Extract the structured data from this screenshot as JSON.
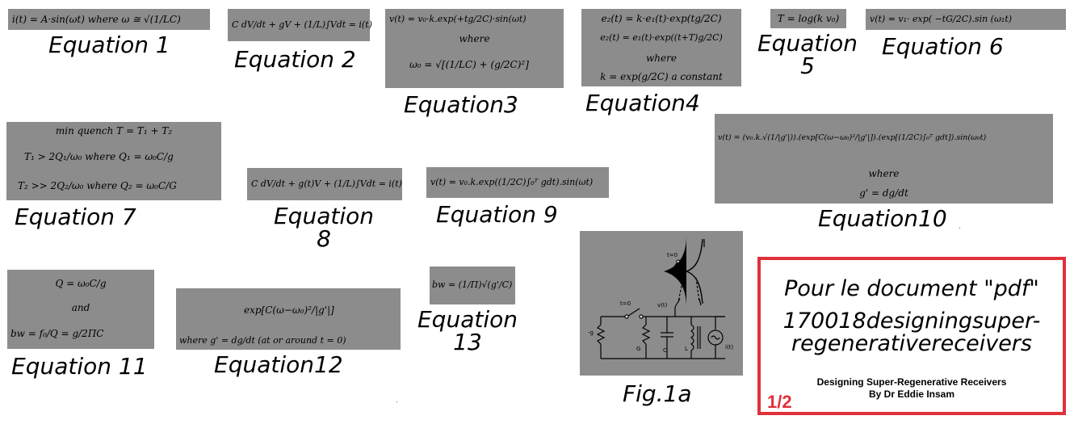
{
  "equations": {
    "eq1": {
      "formula": "i(t) = A·sin(ωt)   where   ω ≅ √(1/LC)",
      "caption": "Equation 1"
    },
    "eq2": {
      "formula": "C dV/dt + gV + (1/L)∫Vdt = i(t)",
      "caption": "Equation 2"
    },
    "eq3": {
      "line1": "v(t) = v₀·k.exp(+tg/2C)·sin(ωt)",
      "line2": "where",
      "line3": "ω₀ = √[(1/LC) + (g/2C)²]",
      "caption": "Equation3"
    },
    "eq4": {
      "line1": "e₂(t) = k·e₁(t)·exp(tg/2C)",
      "line2": "e₂(t) = e₁(t)·exp((t+T)g/2C)",
      "line3": "where",
      "line4": "k = exp(g/2C)      a constant",
      "caption": "Equation4"
    },
    "eq5": {
      "formula": "T = log(k v₀)",
      "caption_1": "Equation",
      "caption_2": "5"
    },
    "eq6": {
      "formula": "v(t)  = v₁· exp( −tG/2C).sin   (ω₁t)",
      "caption": "Equation 6"
    },
    "eq7": {
      "line1": "min quench T   =   T₁ + T₂",
      "line2": "T₁ >   2Q₁/ω₀      where   Q₁ = ω₀C/g",
      "line3": "T₂ >>   2Q₂/ω₀      where   Q₂ = ω₀C/G",
      "caption": "Equation 7"
    },
    "eq8": {
      "formula": "C dV/dt + g(t)V + (1/L)∫Vdt = i(t)",
      "caption_1": "Equation",
      "caption_2": "8"
    },
    "eq9": {
      "formula": "v(t) = v₀.k.exp((1/2C)∫₀ᵀ gdt).sin(ωt)",
      "caption": "Equation 9"
    },
    "eq10": {
      "line1": "v(t) = (v₀.k.√(1/|g'|)).(exp[C(ω−ω₀)²/|g'|]).(exp[(1/2C)∫₀ᵀ gdt]).sin(ω₀t)",
      "line2": "where",
      "line3": "g'   =   dg/dt",
      "caption": "Equation10"
    },
    "eq11": {
      "line1": "Q   =   ω₀C/g",
      "line2": "and",
      "line3": "bw   =   f₀/Q   =   g/2ΠC",
      "caption": "Equation 11"
    },
    "eq12": {
      "line1": "exp[C(ω−ω₀)²/|g'|]",
      "line2": "where    g' = dg/dt    (at or around    t = 0)",
      "caption": "Equation12"
    },
    "eq13": {
      "formula": "bw   =   (1/Π)√(g'/C)",
      "caption_1": "Equation",
      "caption_2": "13"
    }
  },
  "figure": {
    "caption": "Fig.1a",
    "labels": {
      "g": "-g",
      "G": "G",
      "C": "C",
      "L": "L",
      "i": "i(t)",
      "v": "v(t)",
      "t0a": "t=0",
      "t0b": "t=0"
    }
  },
  "notice": {
    "line1": "Pour le document \"pdf\"",
    "line2a": "170018designingsuper-",
    "line2b": "regenerativereceivers",
    "line3a": "Designing Super-Regenerative Receivers",
    "line3b": "By Dr Eddie Insam",
    "page": "1/2",
    "border_color": "#e0313a"
  },
  "colors": {
    "box": "#8c8c8c"
  }
}
